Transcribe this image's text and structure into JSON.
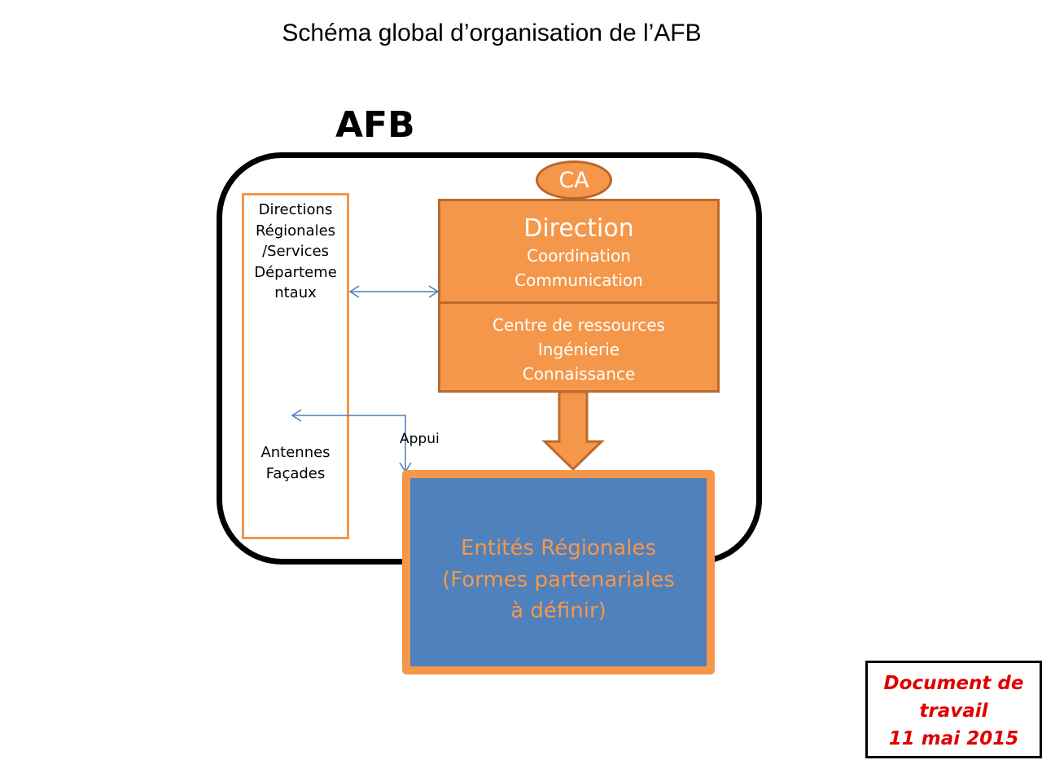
{
  "title": "Schéma global d’organisation de l’AFB",
  "afb_label": "AFB",
  "ca_label": "CA",
  "directions_regionales": [
    "Directions",
    "Régionales",
    "/Services",
    "Départeme",
    "ntaux"
  ],
  "antennes": [
    "Antennes",
    "Façades"
  ],
  "direction": {
    "title": "Direction",
    "lines": [
      "Coordination",
      "Communication"
    ]
  },
  "centre": {
    "lines": [
      "Centre de ressources",
      "Ingénierie",
      "Connaissance"
    ]
  },
  "entites": {
    "lines": [
      "Entités Régionales",
      "(Formes partenariales",
      "à définir)"
    ]
  },
  "appui_label": "Appui",
  "document_note": [
    "Document de",
    "travail",
    "11 mai 2015"
  ],
  "colors": {
    "orange": "#f5974a",
    "orange_border": "#bc6a2e",
    "blue": "#4f81bd",
    "connector": "#4a7ebb",
    "note_red": "#e00000"
  }
}
